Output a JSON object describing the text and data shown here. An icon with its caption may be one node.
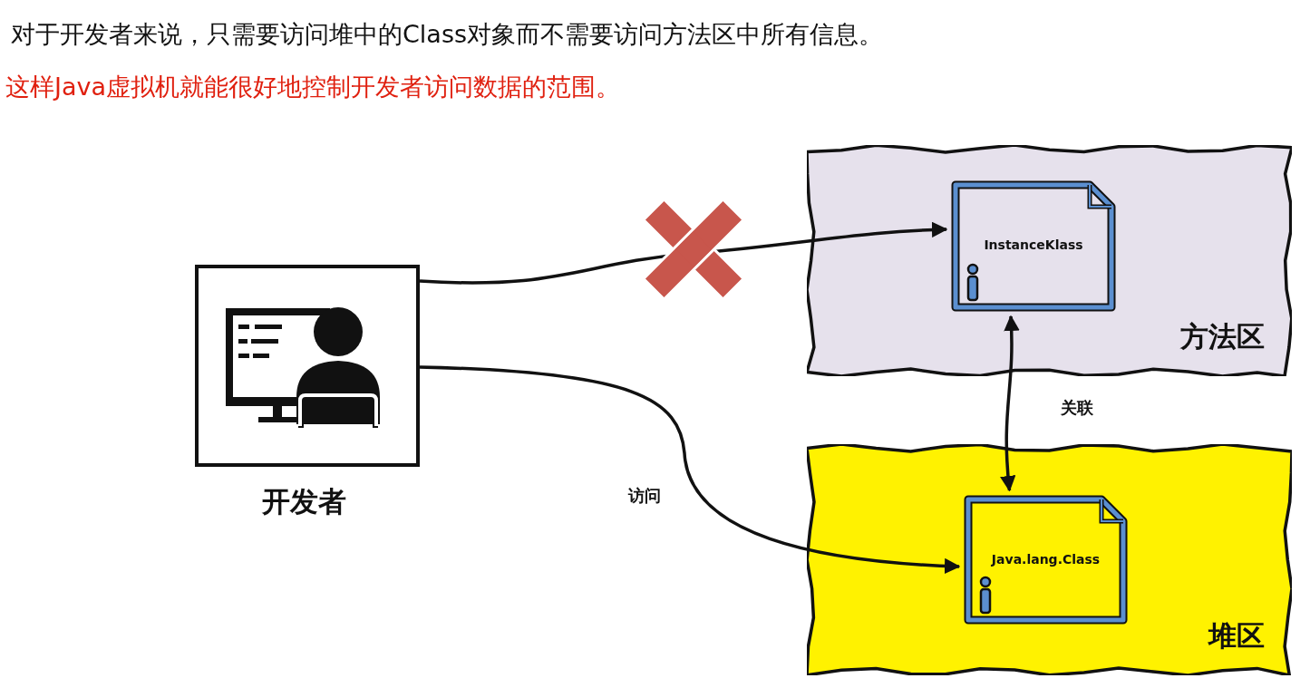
{
  "diagram": {
    "title": "对于开发者来说，只需要访问堆中的Class对象而不需要访问方法区中所有信息。",
    "nodes": [
      {
        "text": [
          "开发者"
        ]
      },
      {
        "text": [
          "方法区"
        ]
      },
      {
        "text": [
          "InstanceKlass"
        ],
        "in": 1
      },
      {
        "text": [
          "堆区"
        ]
      },
      {
        "text": [
          "Java.lang.Class"
        ],
        "in": 3
      }
    ],
    "edges": [
      {
        "from": 0,
        "to": 2,
        "arrow": "to"
      },
      {
        "from": 0,
        "to": 4,
        "arrow": "to",
        "label": "访问"
      },
      {
        "from": 2,
        "to": 4,
        "arrow": "both",
        "label": "关联"
      }
    ],
    "labels": [
      "这样Java虚拟机就能很好地控制开发者访问数据的范围。"
    ]
  }
}
